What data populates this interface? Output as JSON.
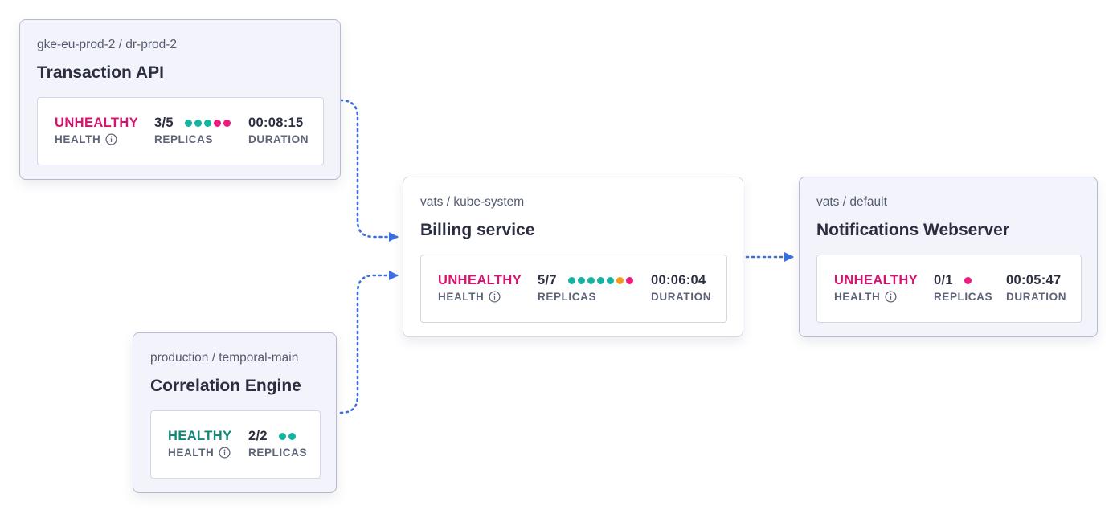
{
  "colors": {
    "connector": "#3b6fe0",
    "unhealthy": "#d6136e",
    "healthy": "#0f8a77",
    "replica_up": "#16b4a0",
    "replica_down": "#ec1c7c",
    "replica_pending": "#f39a1c"
  },
  "labels": {
    "health": "HEALTH",
    "replicas": "REPLICAS",
    "duration": "DURATION"
  },
  "icons": {
    "info": "info-icon"
  },
  "services": {
    "transaction_api": {
      "namespace": "gke-eu-prod-2 / dr-prod-2",
      "title": "Transaction API",
      "health": "UNHEALTHY",
      "replicas": "3/5",
      "replica_states": [
        "up",
        "up",
        "up",
        "down",
        "down"
      ],
      "duration": "00:08:15"
    },
    "correlation_engine": {
      "namespace": "production / temporal-main",
      "title": "Correlation Engine",
      "health": "HEALTHY",
      "replicas": "2/2",
      "replica_states": [
        "up",
        "up"
      ]
    },
    "billing_service": {
      "namespace": "vats / kube-system",
      "title": "Billing service",
      "health": "UNHEALTHY",
      "replicas": "5/7",
      "replica_states": [
        "up",
        "up",
        "up",
        "up",
        "up",
        "warn",
        "down"
      ],
      "duration": "00:06:04"
    },
    "notifications_webserver": {
      "namespace": "vats / default",
      "title": "Notifications Webserver",
      "health": "UNHEALTHY",
      "replicas": "0/1",
      "replica_states": [
        "down"
      ],
      "duration": "00:05:47"
    }
  },
  "connections": [
    {
      "from": "transaction_api",
      "to": "billing_service"
    },
    {
      "from": "correlation_engine",
      "to": "billing_service"
    },
    {
      "from": "billing_service",
      "to": "notifications_webserver"
    }
  ]
}
